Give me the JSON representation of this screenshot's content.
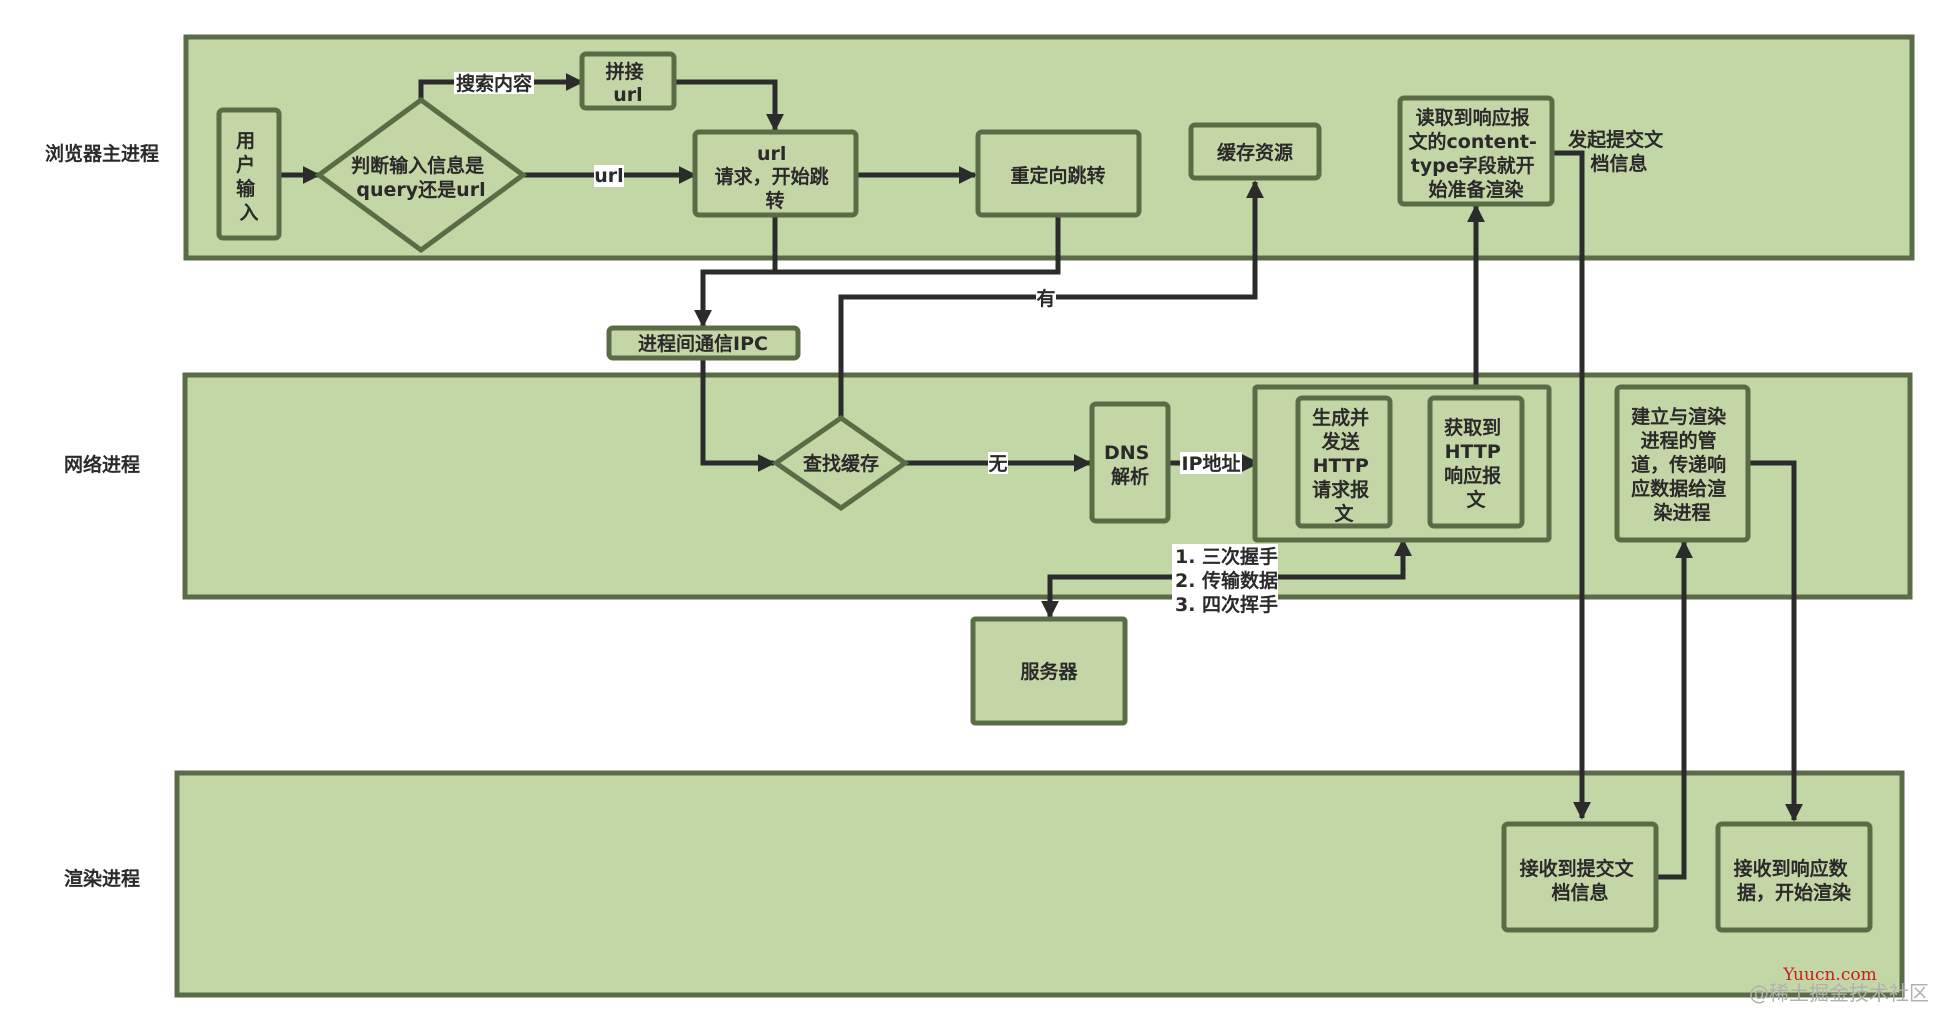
{
  "lanes": {
    "browser": "浏览器主进程",
    "network": "网络进程",
    "render": "渲染进程"
  },
  "nodes": {
    "user_input": [
      "用",
      "户",
      "输",
      "入"
    ],
    "judge": [
      "判断输入信息是",
      "query还是url"
    ],
    "concat": [
      "拼接",
      "url"
    ],
    "request": [
      "url",
      "请求，开始跳",
      "转"
    ],
    "redirect": "重定向跳转",
    "cache_resource": "缓存资源",
    "read_response": [
      "读取到响应报",
      "文的content-",
      "type字段就开",
      "始准备渲染"
    ],
    "ipc": "进程间通信IPC",
    "find_cache": "查找缓存",
    "dns": [
      "DNS",
      "解析"
    ],
    "send_http": [
      "生成并",
      "发送",
      "HTTP",
      "请求报",
      "文"
    ],
    "get_http": [
      "获取到",
      "HTTP",
      "响应报",
      "文"
    ],
    "pipeline": [
      "建立与渲染",
      "进程的管",
      "道，传递响",
      "应数据给渲",
      "染进程"
    ],
    "server": "服务器",
    "recv_commit": [
      "接收到提交文",
      "档信息"
    ],
    "recv_data": [
      "接收到响应数",
      "据，开始渲染"
    ]
  },
  "edges": {
    "search": "搜索内容",
    "url": "url",
    "has": "有",
    "none": "无",
    "ip": "IP地址",
    "commit": [
      "发起提交文",
      "档信息"
    ],
    "tcp": [
      "1. 三次握手",
      "2. 传输数据",
      "3. 四次挥手"
    ]
  },
  "watermark": {
    "site": "Yuucn.com",
    "community": "@稀土掘金技术社区"
  }
}
